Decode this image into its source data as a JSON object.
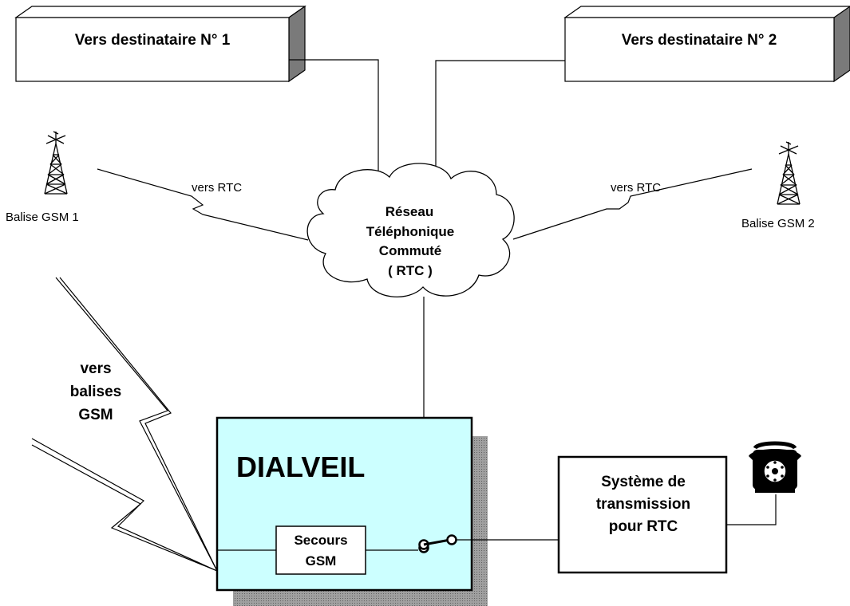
{
  "dest1": {
    "label": "Vers destinataire N° 1"
  },
  "dest2": {
    "label": "Vers destinataire N° 2"
  },
  "balise1": {
    "label": "Balise GSM  1"
  },
  "balise2": {
    "label": "Balise GSM  2"
  },
  "link1": {
    "label": "vers RTC"
  },
  "link2": {
    "label": "vers RTC"
  },
  "rtc": {
    "lines": [
      "Réseau",
      "Téléphonique",
      "Commuté",
      "( RTC )"
    ]
  },
  "gsm_link": {
    "lines": [
      "vers",
      "balises",
      "GSM"
    ]
  },
  "dialveil": {
    "title": "DIALVEIL",
    "color": "#ccffff"
  },
  "secours": {
    "lines": [
      "Secours",
      "GSM"
    ]
  },
  "transmission": {
    "lines": [
      "Système de",
      "transmission",
      "pour RTC"
    ]
  },
  "icons": {
    "antenna": "antenna-tower-icon",
    "phone": "telephone-icon",
    "switch": "switch-icon",
    "cloud": "cloud-icon"
  }
}
